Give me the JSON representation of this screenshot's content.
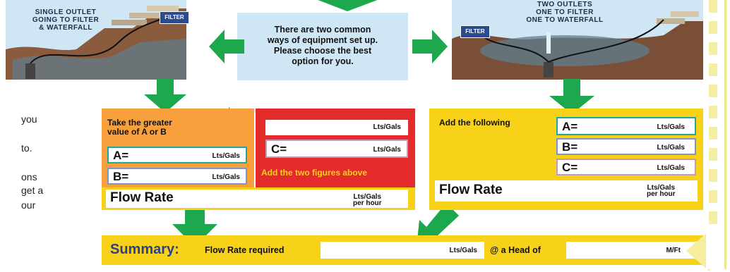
{
  "left_scene": {
    "label": "SINGLE OUTLET\nGOING TO FILTER\n& WATERFALL",
    "filter_label": "FILTER"
  },
  "center_box": {
    "text": "There are two common\nways of equipment set up.\nPlease choose the best\noption for you."
  },
  "right_scene": {
    "label": "TWO OUTLETS\nONE TO FILTER\nONE TO WATERFALL",
    "filter_label": "FILTER"
  },
  "left_cut_text": [
    "you",
    "to.",
    "ons",
    "get a",
    "our"
  ],
  "option1": {
    "header": "Take the greater\nvalue of A or B",
    "a_letter": "A=",
    "b_letter": "B=",
    "unit": "Lts/Gals",
    "flow_label": "Flow Rate",
    "flow_unit": "Lts/Gals\nper hour",
    "top_unit": "Lts/Gals",
    "c_letter": "C=",
    "c_unit": "Lts/Gals",
    "add_text": "Add the two figures above"
  },
  "option2": {
    "header": "Add the following",
    "a_letter": "A=",
    "b_letter": "B=",
    "c_letter": "C=",
    "unit": "Lts/Gals",
    "flow_label": "Flow Rate",
    "flow_unit": "Lts/Gals\nper hour"
  },
  "summary": {
    "label": "Summary:",
    "flow_required": "Flow Rate required",
    "unit1": "Lts/Gals",
    "at_head": "@ a Head of",
    "unit2": "M/Ft"
  }
}
